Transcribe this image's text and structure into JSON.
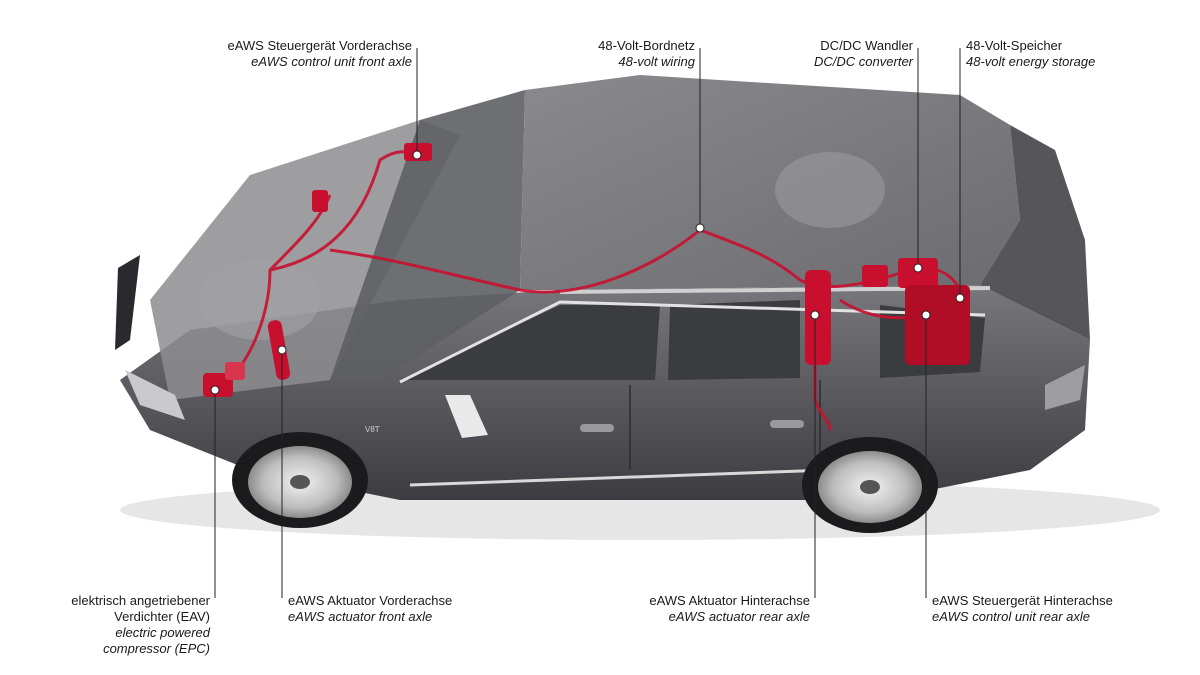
{
  "labels": {
    "control_unit_front": {
      "de": "eAWS Steuergerät Vorderachse",
      "en": "eAWS control unit front axle"
    },
    "wiring": {
      "de": "48-Volt-Bordnetz",
      "en": "48-volt wiring"
    },
    "dcdc": {
      "de": "DC/DC Wandler",
      "en": "DC/DC converter"
    },
    "storage": {
      "de": "48-Volt-Speicher",
      "en": "48-volt energy storage"
    },
    "compressor": {
      "de1": "elektrisch angetriebener",
      "de2": "Verdichter (EAV)",
      "en1": "electric powered",
      "en2": "compressor (EPC)"
    },
    "actuator_front": {
      "de": "eAWS Aktuator Vorderachse",
      "en": "eAWS actuator front axle"
    },
    "actuator_rear": {
      "de": "eAWS Aktuator Hinterachse",
      "en": "eAWS actuator rear axle"
    },
    "control_unit_rear": {
      "de": "eAWS Steuergerät Hinterachse",
      "en": "eAWS control unit rear axle"
    }
  },
  "car_badge": "V8T",
  "colors": {
    "body": "#4b4b50",
    "glass": "#6f7073",
    "component_red": "#c8102e",
    "leader": "#222222"
  }
}
